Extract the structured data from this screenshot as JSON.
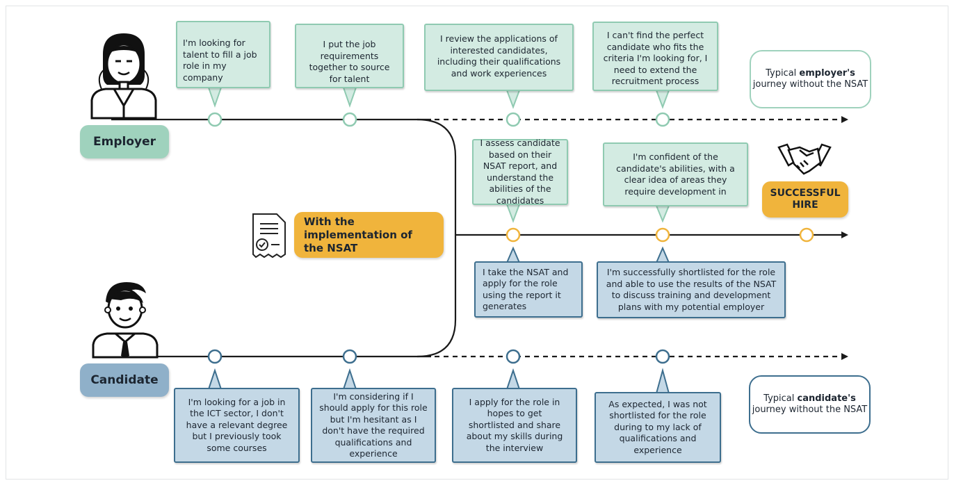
{
  "employer": {
    "label": "Employer",
    "steps": [
      "I'm looking for talent to fill a job role in my company",
      "I put the job requirements together to source for talent",
      "I review the applications of interested candidates, including their qualifications and work experiences",
      "I can't find the perfect candidate who fits the criteria I'm looking for, I need to extend the recruitment process"
    ],
    "note": {
      "prefix": "Typical ",
      "bold": "employer's",
      "suffix": " journey without the NSAT"
    }
  },
  "candidate": {
    "label": "Candidate",
    "steps": [
      "I'm looking for a job in the ICT sector, I don't have a relevant degree but I previously took some courses",
      "I'm considering if I should apply for this role but I'm hesitant as I don't have the required qualifications and experience",
      "I apply for the role in hopes to get shortlisted and share about my skills during the interview",
      "As expected, I was not shortlisted for the role during to my lack of qualifications and experience"
    ],
    "note": {
      "prefix": "Typical ",
      "bold": "candidate's",
      "suffix": " journey without the NSAT"
    }
  },
  "nsat": {
    "label": "With the implementation of the NSAT",
    "employer_steps": [
      "I assess candidate based on their NSAT report, and understand the abilities of the candidates",
      "I'm confident of the candidate's abilities, with a clear idea of areas they require development in"
    ],
    "candidate_steps": [
      "I take the NSAT and apply for the role using the report it generates",
      "I'm successfully shortlisted for the role and able to use the results of the NSAT to discuss training and development plans with my potential employer"
    ]
  },
  "outcome": {
    "label": "SUCCESSFUL HIRE"
  },
  "icons": [
    "employer-avatar-icon",
    "candidate-avatar-icon",
    "document-checklist-icon",
    "handshake-icon"
  ],
  "colors": {
    "employer_green": "#9fd2bd",
    "employer_bubble": "#d3ebe2",
    "candidate_blue": "#8fb0c9",
    "candidate_bubble": "#c4d8e6",
    "candidate_border": "#3d6e8e",
    "accent_gold": "#f0b43c",
    "line": "#1a1a1a"
  }
}
